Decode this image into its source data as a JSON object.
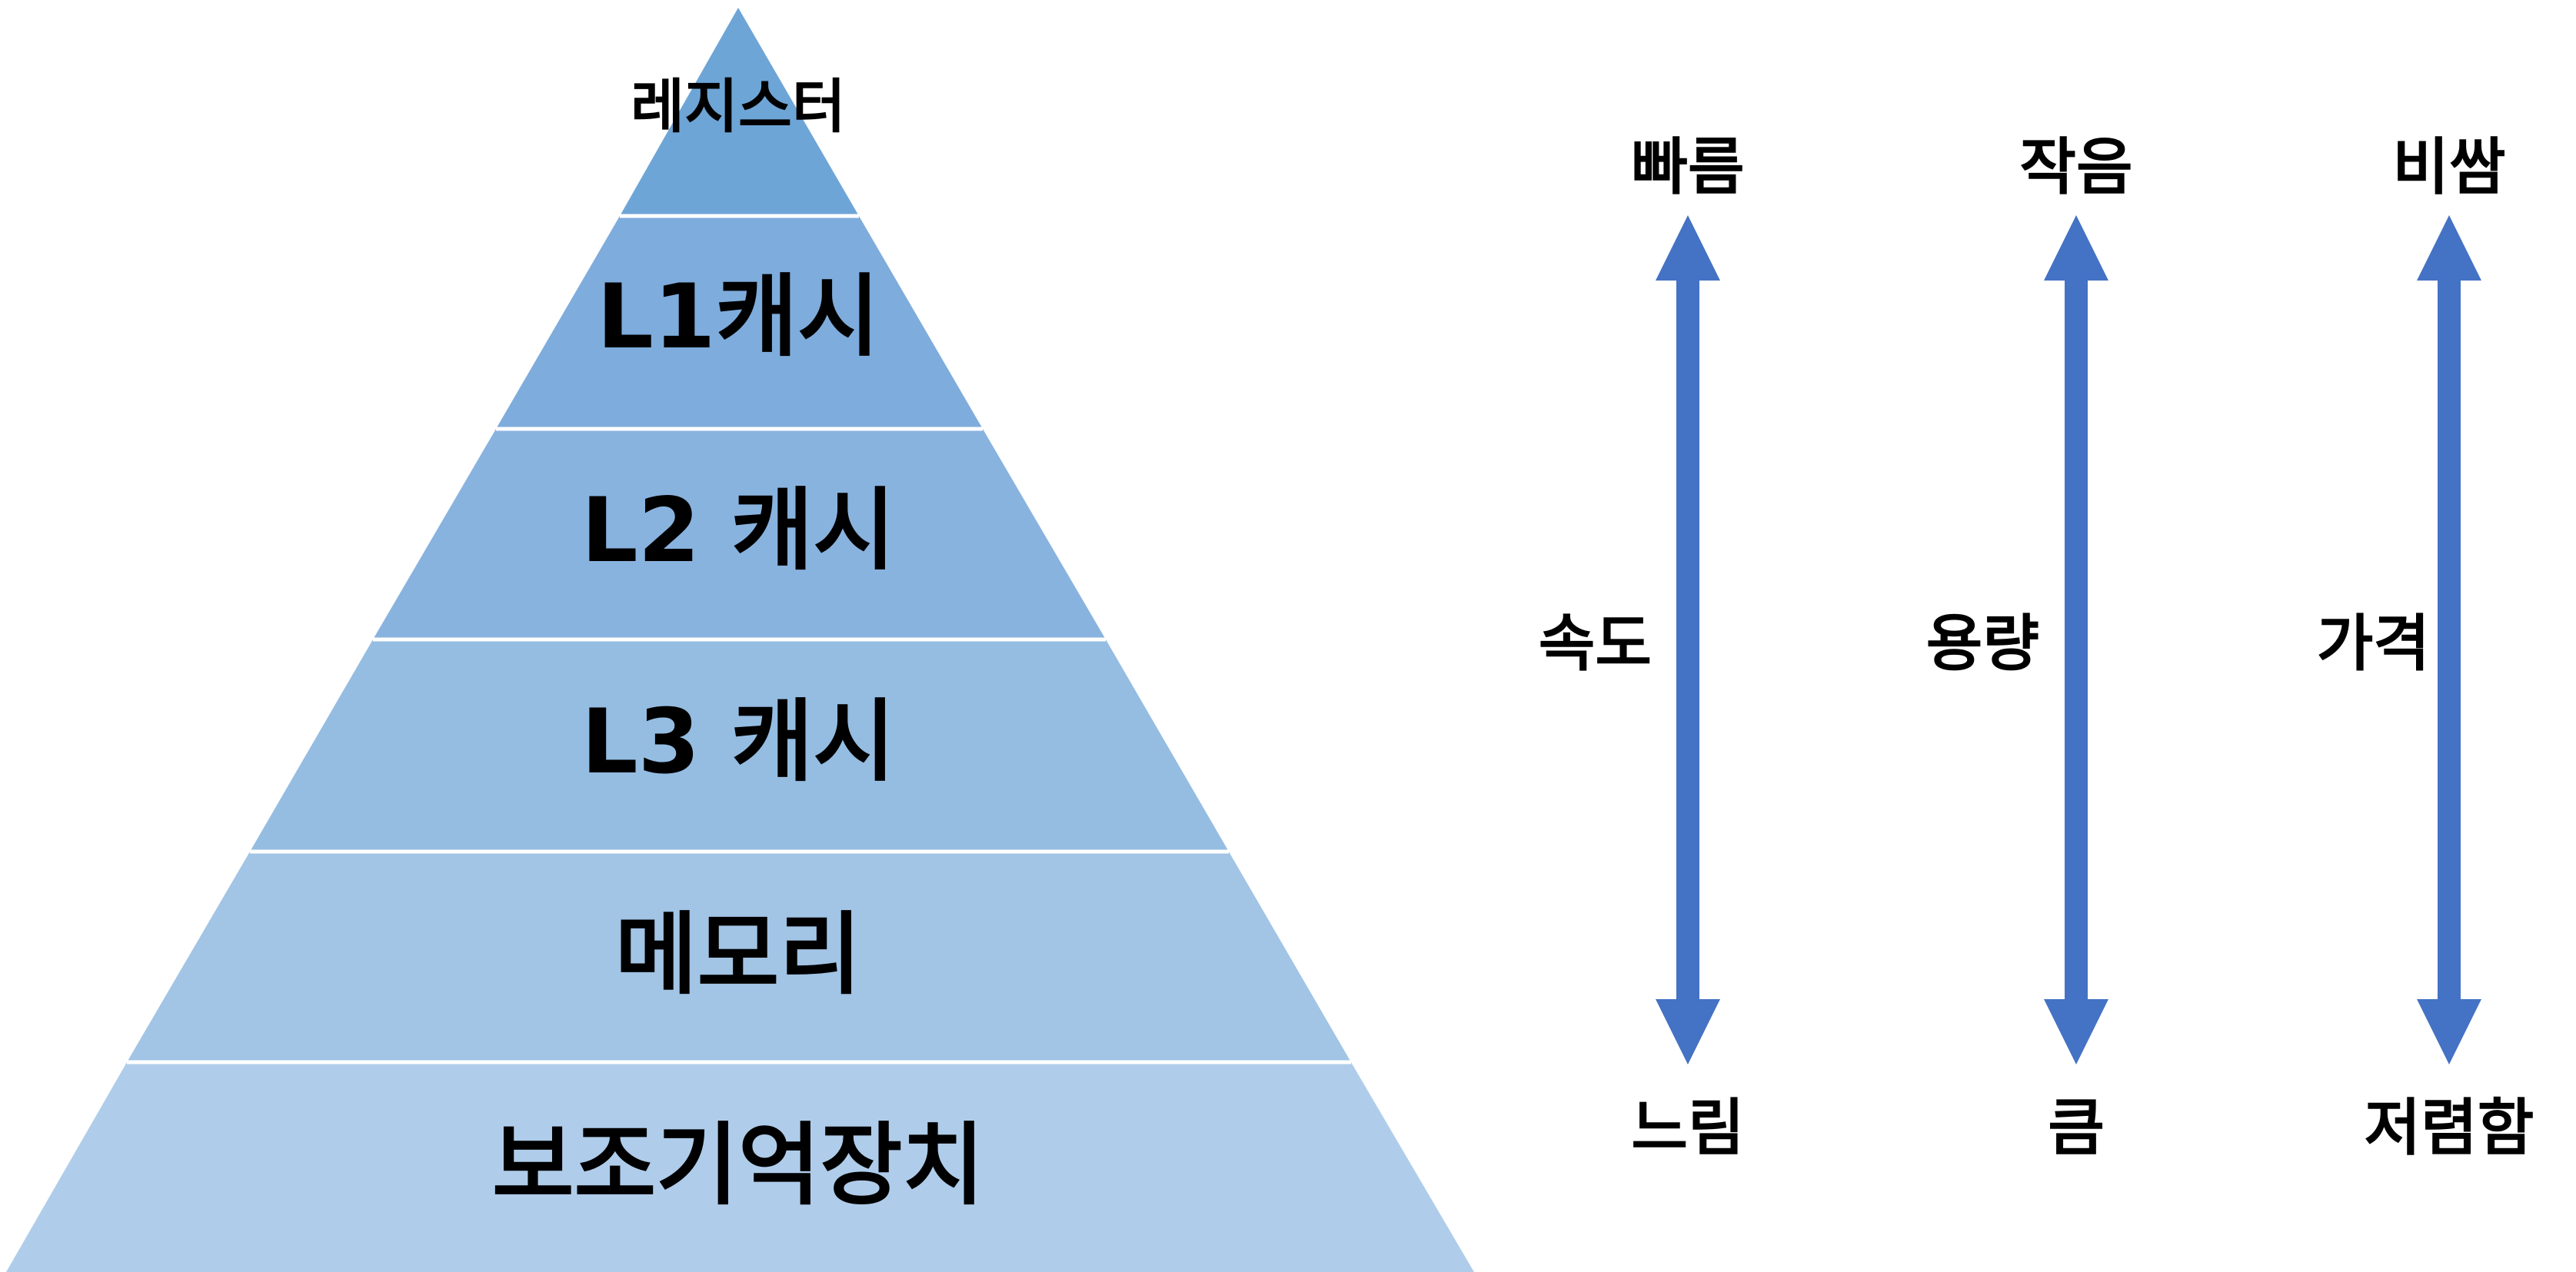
{
  "pyramid": {
    "layers": [
      {
        "label": "레지스터",
        "color": "#6ea5d7"
      },
      {
        "label": "L1캐시",
        "color": "#7eacdc"
      },
      {
        "label": "L2 캐시",
        "color": "#89b3df"
      },
      {
        "label": "L3 캐시",
        "color": "#95bde2"
      },
      {
        "label": "메모리",
        "color": "#a2c4e5"
      },
      {
        "label": "보조기억장치",
        "color": "#afcdea"
      }
    ]
  },
  "axes": [
    {
      "top": "빠름",
      "middle": "속도",
      "bottom": "느림"
    },
    {
      "top": "작음",
      "middle": "용량",
      "bottom": "큼"
    },
    {
      "top": "비쌈",
      "middle": "가격",
      "bottom": "저렴함"
    }
  ],
  "colors": {
    "arrow": "#4472c4",
    "divider": "#ffffff"
  }
}
